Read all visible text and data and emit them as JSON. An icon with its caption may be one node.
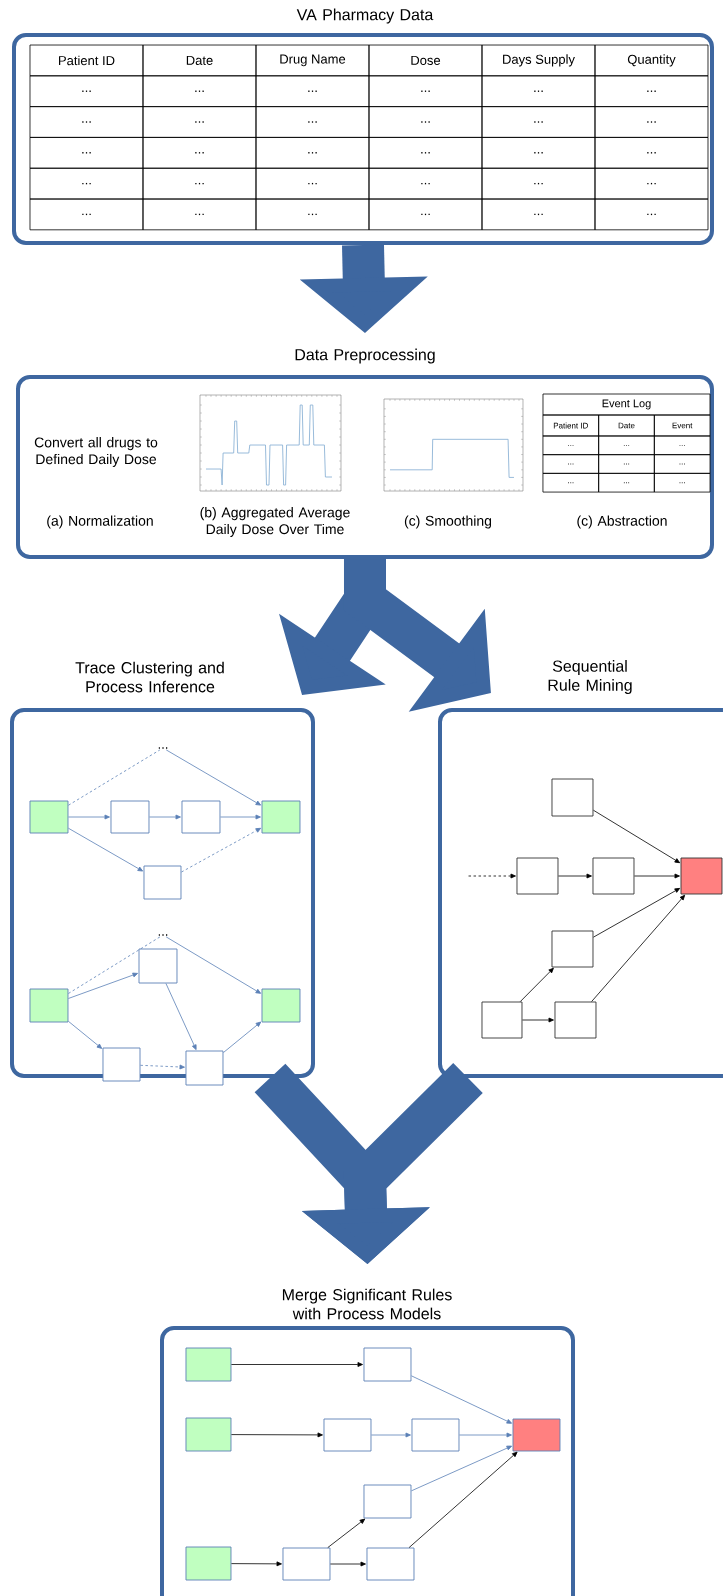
{
  "diagram": {
    "nodes": [
      {
        "text": [
          "VA Pharmacy Data"
        ]
      },
      {
        "text": [
          "Data Preprocessing"
        ]
      },
      {
        "text": [
          "Trace Clustering and Process Inference"
        ]
      },
      {
        "text": [
          "..."
        ],
        "in": 2
      },
      {
        "text": [],
        "shape": "box",
        "in": 2
      },
      {
        "text": [],
        "shape": "box",
        "in": 2
      },
      {
        "text": [],
        "shape": "box",
        "in": 2
      },
      {
        "text": [],
        "shape": "box",
        "in": 2
      },
      {
        "text": [],
        "shape": "box",
        "in": 2
      },
      {
        "text": [
          "..."
        ],
        "in": 2
      },
      {
        "text": [],
        "shape": "box",
        "in": 2
      },
      {
        "text": [],
        "shape": "box",
        "in": 2
      },
      {
        "text": [],
        "shape": "box",
        "in": 2
      },
      {
        "text": [],
        "shape": "box",
        "in": 2
      },
      {
        "text": [],
        "shape": "box",
        "in": 2
      },
      {
        "text": [
          "Sequential Rule Mining"
        ]
      },
      {
        "text": [],
        "shape": "box",
        "in": 15
      },
      {
        "text": [],
        "shape": "box",
        "in": 15
      },
      {
        "text": [],
        "shape": "box",
        "in": 15
      },
      {
        "text": [],
        "shape": "box",
        "in": 15
      },
      {
        "text": [],
        "shape": "box",
        "in": 15
      },
      {
        "text": [],
        "shape": "box",
        "in": 15
      },
      {
        "text": [],
        "shape": "box",
        "in": 15
      },
      {
        "text": [
          "Merge Significant Rules with Process Models"
        ]
      },
      {
        "text": [],
        "shape": "box",
        "in": 23
      },
      {
        "text": [],
        "shape": "box",
        "in": 23
      },
      {
        "text": [],
        "shape": "box",
        "in": 23
      },
      {
        "text": [],
        "shape": "box",
        "in": 23
      },
      {
        "text": [],
        "shape": "box",
        "in": 23
      },
      {
        "text": [],
        "shape": "box",
        "in": 23
      },
      {
        "text": [],
        "shape": "box",
        "in": 23
      },
      {
        "text": [],
        "shape": "box",
        "in": 23
      },
      {
        "text": [],
        "shape": "box",
        "in": 23
      },
      {
        "text": [],
        "shape": "box",
        "in": 23
      }
    ],
    "edges": [
      {
        "from": 0,
        "to": 1,
        "arrow": "to",
        "style": "thick"
      },
      {
        "from": 1,
        "to": 2,
        "arrow": "to",
        "style": "thick"
      },
      {
        "from": 1,
        "to": 15,
        "arrow": "to",
        "style": "thick"
      },
      {
        "from": 2,
        "to": 23,
        "arrow": "to",
        "style": "thick"
      },
      {
        "from": 15,
        "to": 23,
        "arrow": "to",
        "style": "thick"
      },
      {
        "from": 4,
        "to": 3,
        "arrow": "none",
        "style": "dashed"
      },
      {
        "from": 3,
        "to": 7,
        "arrow": "to"
      },
      {
        "from": 4,
        "to": 5,
        "arrow": "to"
      },
      {
        "from": 5,
        "to": 6,
        "arrow": "to"
      },
      {
        "from": 6,
        "to": 7,
        "arrow": "to"
      },
      {
        "from": 4,
        "to": 8,
        "arrow": "to"
      },
      {
        "from": 8,
        "to": 7,
        "arrow": "to",
        "style": "dashed"
      },
      {
        "from": 11,
        "to": 9,
        "arrow": "none",
        "style": "dashed"
      },
      {
        "from": 9,
        "to": 12,
        "arrow": "to"
      },
      {
        "from": 11,
        "to": 10,
        "arrow": "to"
      },
      {
        "from": 11,
        "to": 13,
        "arrow": "to"
      },
      {
        "from": 10,
        "to": 14,
        "arrow": "to"
      },
      {
        "from": 13,
        "to": 14,
        "arrow": "to",
        "style": "dashed"
      },
      {
        "from": 14,
        "to": 12,
        "arrow": "to"
      },
      {
        "from": null,
        "to": 17,
        "arrow": "to",
        "style": "dashed",
        "color": "#000000"
      },
      {
        "from": 17,
        "to": 18,
        "arrow": "to",
        "color": "#000000"
      },
      {
        "from": 18,
        "to": 19,
        "arrow": "to",
        "color": "#000000"
      },
      {
        "from": 16,
        "to": 19,
        "arrow": "to",
        "color": "#000000"
      },
      {
        "from": 20,
        "to": 19,
        "arrow": "to",
        "color": "#000000"
      },
      {
        "from": 22,
        "to": 19,
        "arrow": "to",
        "color": "#000000"
      },
      {
        "from": 21,
        "to": 20,
        "arrow": "to",
        "color": "#000000"
      },
      {
        "from": 21,
        "to": 22,
        "arrow": "to",
        "color": "#000000"
      },
      {
        "from": 24,
        "to": 25,
        "arrow": "to",
        "color": "#000000"
      },
      {
        "from": 25,
        "to": 29,
        "arrow": "to"
      },
      {
        "from": 26,
        "to": 27,
        "arrow": "to",
        "color": "#000000"
      },
      {
        "from": 27,
        "to": 28,
        "arrow": "to"
      },
      {
        "from": 28,
        "to": 29,
        "arrow": "to"
      },
      {
        "from": 30,
        "to": 29,
        "arrow": "to"
      },
      {
        "from": 31,
        "to": 32,
        "arrow": "to",
        "color": "#000000"
      },
      {
        "from": 32,
        "to": 30,
        "arrow": "to",
        "color": "#000000"
      },
      {
        "from": 32,
        "to": 33,
        "arrow": "to",
        "color": "#000000"
      },
      {
        "from": 33,
        "to": 29,
        "arrow": "to",
        "color": "#000000"
      }
    ],
    "labels": [
      "Patient ID",
      "Date",
      "Drug Name",
      "Dose",
      "Days Supply",
      "Quantity",
      "...",
      "...",
      "...",
      "...",
      "...",
      "...",
      "...",
      "...",
      "...",
      "...",
      "...",
      "...",
      "...",
      "...",
      "...",
      "...",
      "...",
      "...",
      "...",
      "...",
      "...",
      "...",
      "...",
      "...",
      "...",
      "...",
      "...",
      "...",
      "...",
      "...",
      "Convert all drugs to Defined Daily Dose",
      "Event Log",
      "Patient ID",
      "Date",
      "Event",
      "...",
      "...",
      "...",
      "...",
      "...",
      "...",
      "...",
      "...",
      "...",
      "(a) Normalization",
      "(b) Aggregated Average Daily Dose Over Time",
      "(c) Smoothing",
      "(c) Abstraction"
    ]
  }
}
